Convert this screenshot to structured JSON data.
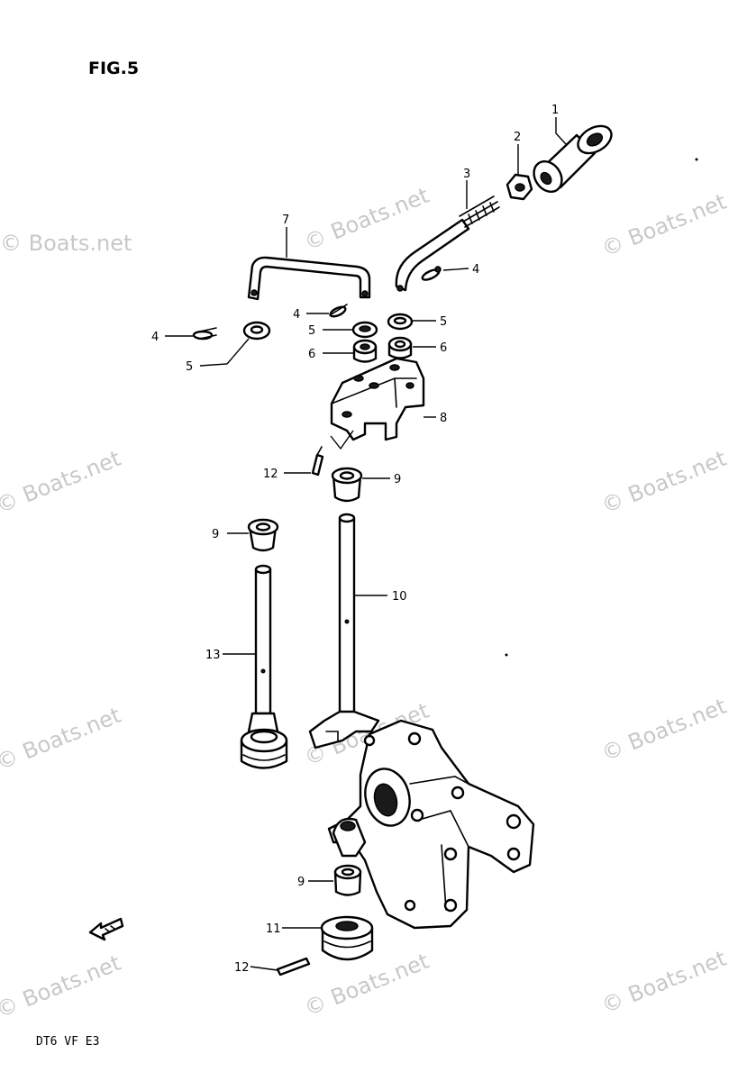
{
  "figure": {
    "title": "FIG.5",
    "code": "DT6 VF E3"
  },
  "watermark": "© Boats.net",
  "callouts": {
    "c1": "1",
    "c2": "2",
    "c3": "3",
    "c4a": "4",
    "c4b": "4",
    "c4c": "4",
    "c5a": "5",
    "c5b": "5",
    "c5c": "5",
    "c6a": "6",
    "c6b": "6",
    "c7": "7",
    "c8": "8",
    "c9a": "9",
    "c9b": "9",
    "c9c": "9",
    "c10": "10",
    "c11": "11",
    "c12a": "12",
    "c12b": "12",
    "c13": "13"
  }
}
